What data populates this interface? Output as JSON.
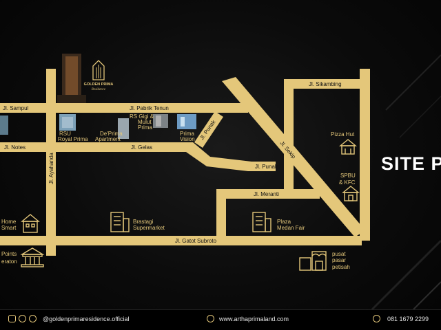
{
  "title": "SITE P",
  "logo": {
    "name": "GOLDEN PRIMA",
    "tagline": "Residence"
  },
  "colors": {
    "road": "#e4c77a",
    "road_text": "#111111",
    "label": "#e4c77a",
    "background": "#050505",
    "title": "#ffffff"
  },
  "roads": {
    "sampul": "Jl. Sampul",
    "pabrik_tenun": "Jl. Pabrik Tenun",
    "notes": "Jl. Notes",
    "gelas": "Jl. Gelas",
    "ayahanda": "Jl. Ayahanda",
    "punak_diag": "Jl. Punak",
    "punak": "Jl. Punak",
    "sekip": "Jl. Sekip",
    "sikambing": "Jl. Sikambing",
    "meranti": "Jl. Meranti",
    "gatot_subroto": "Jl. Gatot Subroto"
  },
  "pois": {
    "rsu_line1": "RSU",
    "rsu_line2": "Royal Prima",
    "deprima_line1": "De'Prima",
    "deprima_line2": "Apartment",
    "rsgigi_line1": "RS Gigi &",
    "rsgigi_line2": "Mulut",
    "rsgigi_line3": "Prima",
    "vision_line1": "Prima",
    "vision_line2": "Vision",
    "pizza": "Pizza Hut",
    "spbu_line1": "SPBU",
    "spbu_line2": "& KFC",
    "home_line1": "Home",
    "home_line2": "Smart",
    "brastagi_line1": "Brastagi",
    "brastagi_line2": "Supermarket",
    "plaza_line1": "Plaza",
    "plaza_line2": "Medan Fair",
    "points_line1": "Points",
    "points_line2": "eraton",
    "petisah_line1": "pusat",
    "petisah_line2": "pasar",
    "petisah_line3": "petisah"
  },
  "icons": [
    "building-icon",
    "house-icon",
    "museum-icon",
    "market-icon",
    "instagram-icon",
    "facebook-icon",
    "tiktok-icon",
    "globe-icon",
    "phone-icon"
  ],
  "footer": {
    "social": "@goldenprimaresidence.official",
    "website": "www.arthaprimaland.com",
    "phone": "081 1679 2299"
  }
}
